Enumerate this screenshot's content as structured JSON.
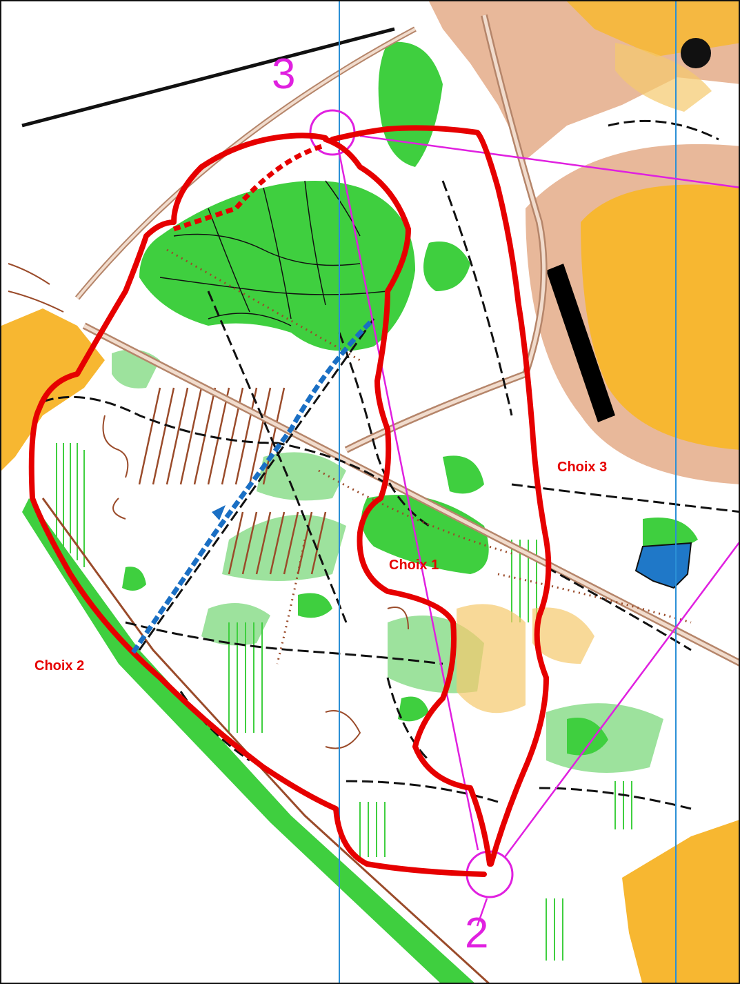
{
  "map": {
    "controls": [
      {
        "number": "3"
      },
      {
        "number": "2"
      }
    ],
    "route_choices": [
      {
        "label": "Choix 1"
      },
      {
        "label": "Choix 2"
      },
      {
        "label": "Choix 3"
      }
    ],
    "colors": {
      "route_red": "#e60000",
      "route_blue": "#1a6fc4",
      "course_magenta": "#e020e0",
      "forest_green": "#3fcf3f",
      "light_green": "#9de29d",
      "open_yellow": "#f7b731",
      "paved_tan": "#e8b89a",
      "path_black": "#111111",
      "water_blue": "#1f78c8",
      "north_lines": "#2a8fd6"
    }
  }
}
